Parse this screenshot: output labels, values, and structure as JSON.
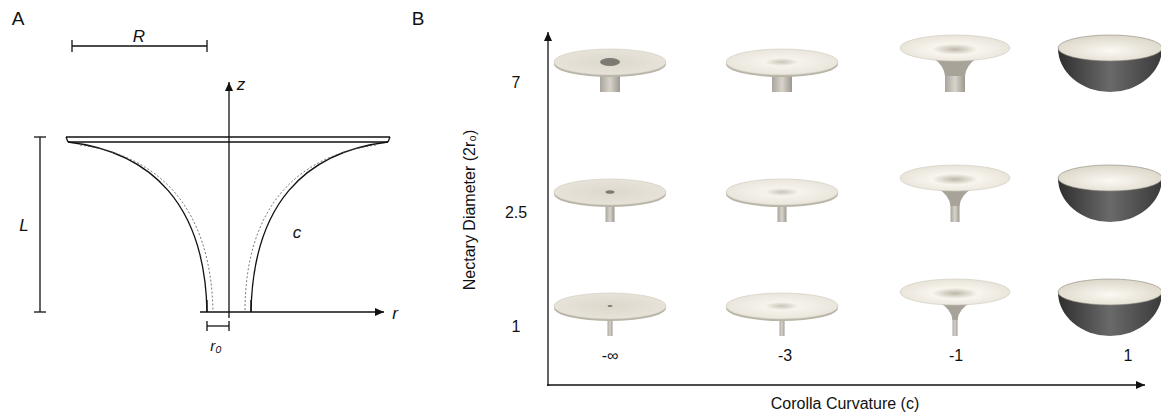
{
  "diagram": {
    "labels": [
      "A",
      "R",
      "z",
      "L",
      "c",
      "r",
      "r₀",
      "B",
      "Nectary Diameter (2r₀)",
      "7",
      "2.5",
      "1",
      "-∞",
      "-3",
      "-1",
      "1",
      "Corolla Curvature (c)"
    ]
  }
}
